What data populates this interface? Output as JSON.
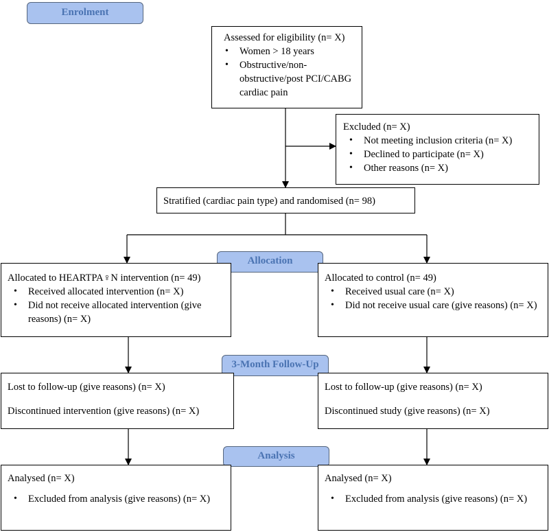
{
  "stages": {
    "enrolment": "Enrolment",
    "allocation": "Allocation",
    "followup": "3-Month Follow-Up",
    "analysis": "Analysis"
  },
  "eligibility": {
    "title": "Assessed for eligibility (n= X)",
    "items": [
      "Women > 18 years",
      "Obstructive/non-obstructive/post PCI/CABG cardiac pain"
    ]
  },
  "excluded": {
    "title": "Excluded  (n= X)",
    "items": [
      "Not meeting inclusion criteria (n= X)",
      "Declined to participate (n= X)",
      "Other reasons (n= X)"
    ]
  },
  "randomised": "Stratified (cardiac pain type) and randomised (n= 98)",
  "allocation_left": {
    "title": "Allocated to HEARTPA♀N intervention (n= 49)",
    "items": [
      "Received allocated intervention (n= X)",
      "Did not receive allocated intervention (give reasons) (n= X)"
    ]
  },
  "allocation_right": {
    "title": "Allocated to control (n= 49)",
    "items": [
      "Received usual care (n= X)",
      "Did not receive usual care (give reasons) (n= X)"
    ]
  },
  "followup_left": {
    "lost": "Lost to follow-up (give reasons) (n= X)",
    "discontinued": "Discontinued intervention (give reasons) (n= X)"
  },
  "followup_right": {
    "lost": "Lost to follow-up (give reasons) (n= X)",
    "discontinued": "Discontinued study (give reasons) (n= X)"
  },
  "analysis_left": {
    "title": "Analysed  (n= X)",
    "items": [
      "Excluded from analysis (give reasons) (n= X)"
    ]
  },
  "analysis_right": {
    "title": "Analysed  (n= X)",
    "items": [
      "Excluded from analysis (give reasons) (n= X)"
    ]
  }
}
